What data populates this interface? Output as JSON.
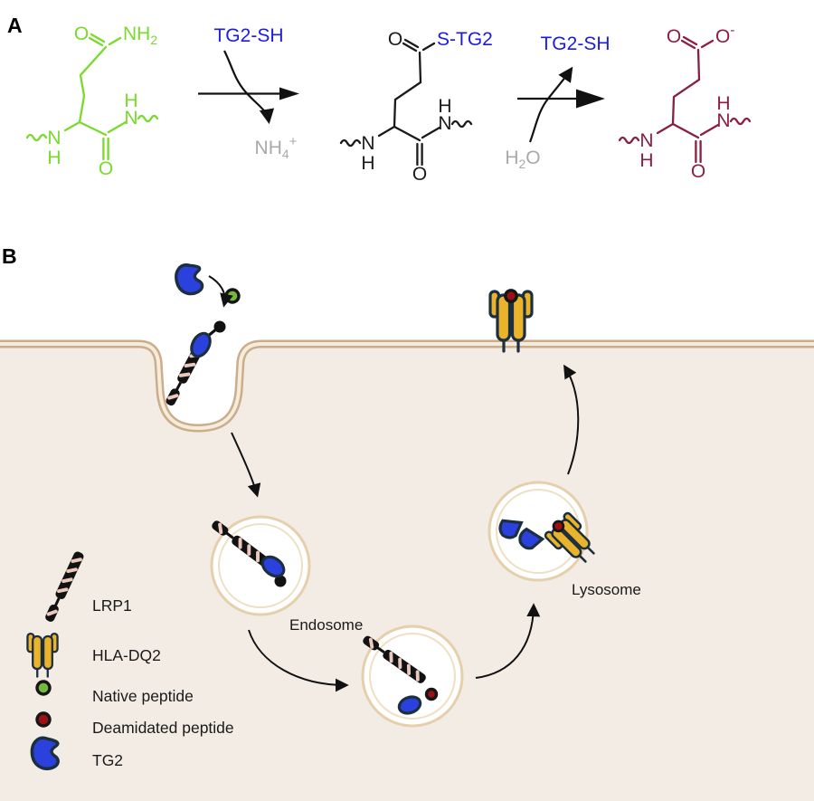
{
  "figure": {
    "panel_a_label": "A",
    "panel_b_label": "B"
  },
  "panel_a": {
    "catalyst_label_1": "TG2-SH",
    "catalyst_label_2": "TG2-SH",
    "byproduct_label": "NH_4^+",
    "water_label": "H_2O",
    "structures": [
      {
        "name": "glutamine-residue",
        "color": "#79DA2C",
        "substituent": "NH_2",
        "substituent_color": "#79DA2C",
        "chain_variant": "A",
        "atoms": {
          "oxygen": "O",
          "nitrogen": "N",
          "hydrogen": "H"
        }
      },
      {
        "name": "thioester-intermediate",
        "color": "#1A1A1A",
        "substituent": "S-TG2",
        "substituent_color": "#1B1BE4",
        "chain_variant": "B",
        "atoms": {
          "oxygen": "O",
          "nitrogen": "N",
          "hydrogen": "H"
        }
      },
      {
        "name": "glutamate-residue",
        "color": "#8A1F41",
        "substituent": "O^-",
        "substituent_color": "#8A1F41",
        "chain_variant": "B",
        "atoms": {
          "oxygen": "O",
          "nitrogen": "N",
          "hydrogen": "H"
        }
      }
    ]
  },
  "panel_b": {
    "endosome_label": "Endosome",
    "lysosome_label": "Lysosome",
    "legend": [
      {
        "icon": "lrp1-icon",
        "label": "LRP1"
      },
      {
        "icon": "hla-dq2-icon",
        "label": "HLA-DQ2"
      },
      {
        "icon": "native-peptide-icon",
        "label": "Native peptide"
      },
      {
        "icon": "deamidated-peptide-icon",
        "label": "Deamidated peptide"
      },
      {
        "icon": "tg2-icon",
        "label": "TG2"
      }
    ]
  },
  "colors": {
    "chem-green": "#79DA2C",
    "chem-blue": "#1B1BE4",
    "chem-maroon": "#8A1F41",
    "chem-black": "#1A1A1A",
    "chem-gray": "#A9A9A9",
    "arrow-black": "#111111",
    "label-black": "#1A1A1A",
    "cell-fill": "#F2ECE4",
    "membrane-tan": "#C9AD8C",
    "membrane-gap": "#F6ECD9",
    "vesicle-ring-outer": "#E6CFAB",
    "vesicle-ring-inner": "#EFDFC4",
    "tg2-blue": "#2B41DE",
    "outline-navy": "#1D2F3F",
    "hla-yellow": "#E9B42B",
    "lrp1-black": "#121212",
    "lrp1-pink": "#ECC9BD",
    "native-green": "#74B83E",
    "deamidated-red": "#9C1016"
  }
}
